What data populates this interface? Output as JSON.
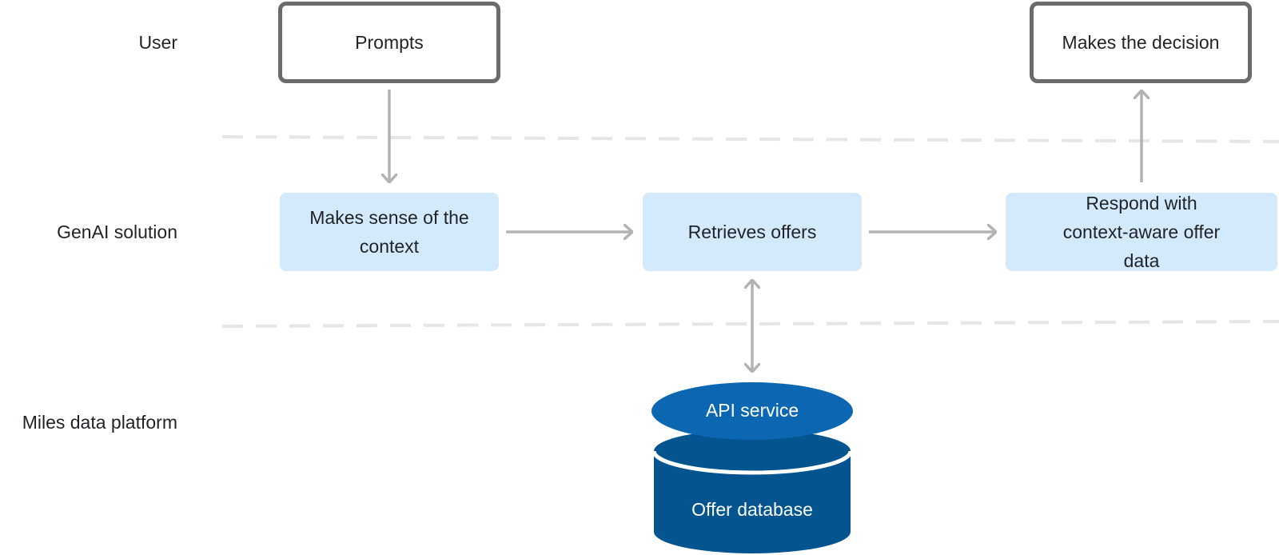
{
  "lanes": {
    "user": "User",
    "genai": "GenAI solution",
    "platform": "Miles data platform"
  },
  "user_steps": {
    "prompts": "Prompts",
    "decision": "Makes the decision"
  },
  "genai_steps": {
    "context": "Makes sense of the context",
    "retrieve": "Retrieves offers",
    "respond": "Respond with context-aware offer data"
  },
  "platform": {
    "api": "API service",
    "database": "Offer database"
  },
  "colors": {
    "user_border": "#6b6b6b",
    "genai_fill": "#d3eafc",
    "api_fill": "#0b67b2",
    "db_fill": "#03548f",
    "arrow": "#b3b3b3",
    "divider": "#e6e6e6"
  }
}
